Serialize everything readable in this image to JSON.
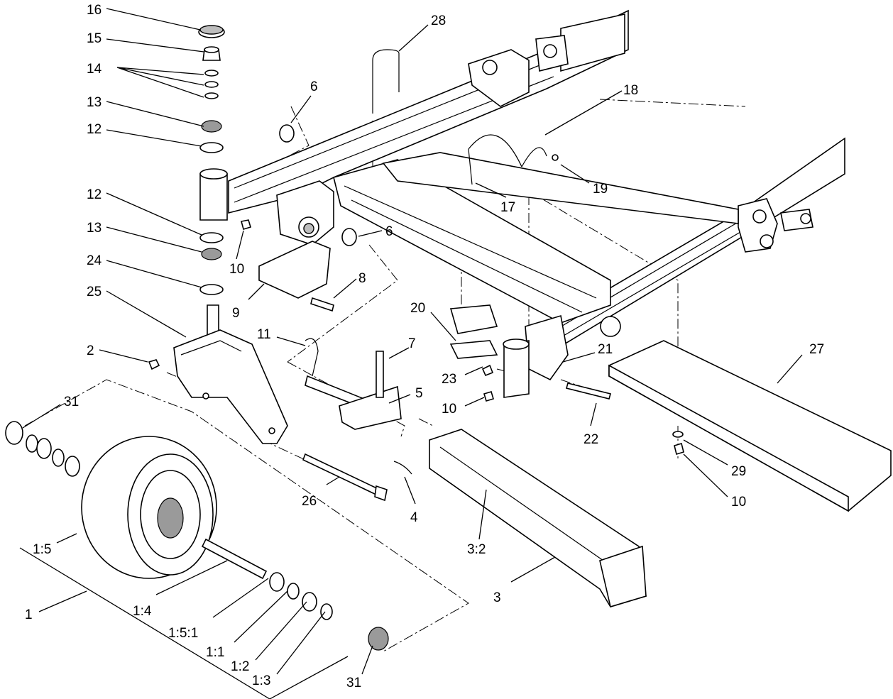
{
  "diagram": {
    "labels": {
      "l16": "16",
      "l15": "15",
      "l14": "14",
      "l13a": "13",
      "l12a": "12",
      "l12b": "12",
      "l13b": "13",
      "l24": "24",
      "l25": "25",
      "l2": "2",
      "l31a": "31",
      "l1_5": "1:5",
      "l1": "1",
      "l1_4": "1:4",
      "l1_5_1": "1:5:1",
      "l1_1": "1:1",
      "l1_2": "1:2",
      "l1_3": "1:3",
      "l31b": "31",
      "l26": "26",
      "l4": "4",
      "l3_2": "3:2",
      "l3": "3",
      "l5": "5",
      "l7": "7",
      "l11": "11",
      "l9": "9",
      "l8": "8",
      "l10a": "10",
      "l6a": "6",
      "l6b": "6",
      "l28": "28",
      "l18": "18",
      "l19": "19",
      "l17": "17",
      "l20": "20",
      "l23": "23",
      "l10b": "10",
      "l21": "21",
      "l22": "22",
      "l27": "27",
      "l29": "29",
      "l10c": "10"
    }
  }
}
